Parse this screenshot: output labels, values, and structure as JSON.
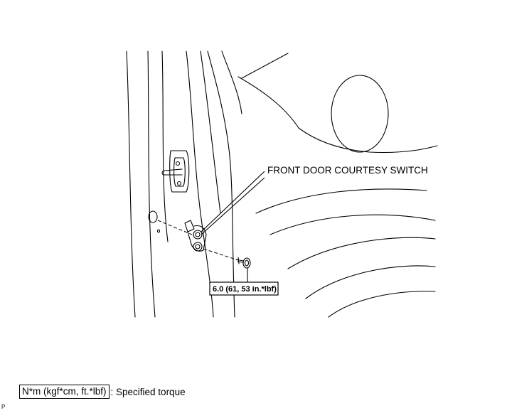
{
  "callouts": {
    "part_label": "FRONT DOOR COURTESY SWITCH",
    "torque_value": "6.0 (61, 53 in.*lbf)"
  },
  "legend": {
    "unit_box": "N*m (kgf*cm, ft.*lbf)",
    "description": ": Specified torque"
  },
  "corner_code": "P"
}
